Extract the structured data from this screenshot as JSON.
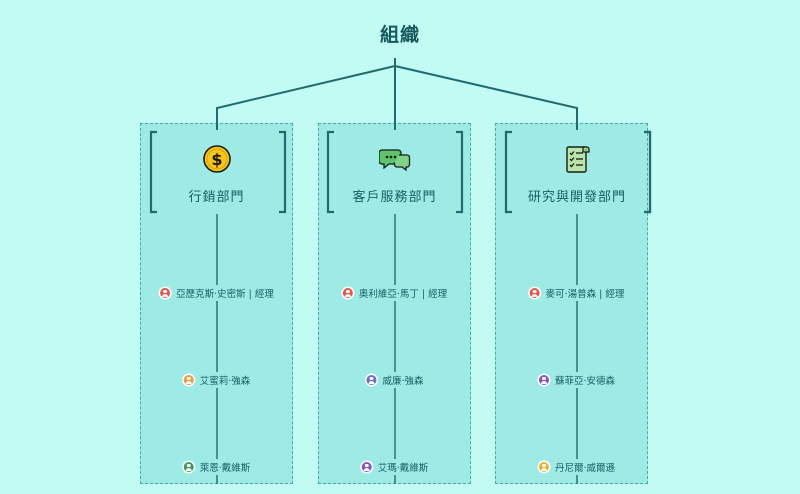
{
  "title": "組織",
  "departments": [
    {
      "name": "行銷部門",
      "icon": "dollar-coin-icon",
      "members": [
        {
          "label": "亞歷克斯·史密斯 | 經理",
          "avatar_color": "#e8554a"
        },
        {
          "label": "艾蜜莉·強森",
          "avatar_color": "#f29a3a"
        },
        {
          "label": "萊恩·戴維斯",
          "avatar_color": "#3f9a5a"
        }
      ]
    },
    {
      "name": "客戶服務部門",
      "icon": "chat-bubbles-icon",
      "members": [
        {
          "label": "奧利維亞·馬丁 | 經理",
          "avatar_color": "#e8554a"
        },
        {
          "label": "威廉·強森",
          "avatar_color": "#6f6bd6"
        },
        {
          "label": "艾瑪·戴維斯",
          "avatar_color": "#8a55c8"
        }
      ]
    },
    {
      "name": "研究與開發部門",
      "icon": "checklist-document-icon",
      "members": [
        {
          "label": "麥可·湯普森 | 經理",
          "avatar_color": "#e8554a"
        },
        {
          "label": "蘇菲亞·安德森",
          "avatar_color": "#8a55c8"
        },
        {
          "label": "丹尼爾·威爾遜",
          "avatar_color": "#e8b22a"
        }
      ]
    }
  ],
  "colors": {
    "background": "#c2fbf4",
    "panel": "#9eebe6",
    "line": "#1e6b70"
  }
}
